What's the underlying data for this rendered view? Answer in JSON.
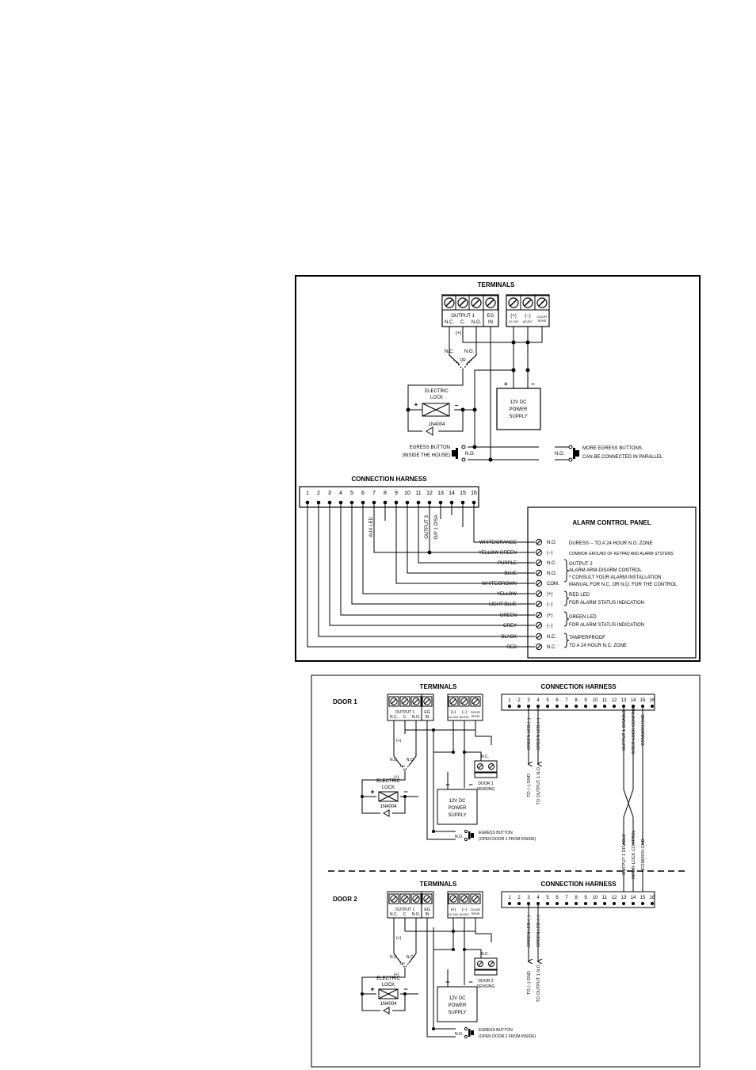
{
  "top": {
    "terminals_title": "TERMINALS",
    "output_label": "OUTPUT   1",
    "nc": "N.C.",
    "c": "C.",
    "no": "N.O.",
    "eg": "EG",
    "in": "IN",
    "plus": "(+)",
    "minus": "(−)",
    "v12": "12-24V",
    "acdc": "AC/DC",
    "door": "DOOR",
    "sens": "SENS",
    "plus_small": "(+)",
    "nc_small": "N.C.",
    "no_small": "N.O.",
    "or": "OR",
    "electric": "ELECTRIC",
    "lock": "LOCK",
    "diode": "1N4004",
    "psu_plus": "+",
    "psu_minus": "−",
    "psu1": "12V DC",
    "psu2": "POWER",
    "psu3": "SUPPLY",
    "lock_plus": "+",
    "lock_minus": "−",
    "egress1": "EGRESS BUTTON",
    "egress2": "(INSIDE THE HOUSE)",
    "no_btn": "N.O.",
    "no_btn2": "N.O.",
    "more1": "MORE EGRESS BUTTONS",
    "more2": "CAN BE CONNECTED IN PARALLEL",
    "harness_title": "CONNECTION HARNESS",
    "pins": [
      "1",
      "2",
      "3",
      "4",
      "5",
      "6",
      "7",
      "8",
      "9",
      "10",
      "11",
      "12",
      "13",
      "14",
      "15",
      "16"
    ],
    "aux_led": "AUX LED",
    "output3": "OUTPUT  3",
    "op1disa": "O/P 1  DISA",
    "acp_title": "ALARM CONTROL PANEL",
    "wires": [
      "WHITE/ORANGE",
      "YELLOW GREEN",
      "PURPLE",
      "BLUE",
      "WHITE/BROWN",
      "YELLOW",
      "LIGHT BLUE",
      "GREEN",
      "GREY",
      "BLACK",
      "RED"
    ],
    "acp_terms": [
      "N.O.",
      "(−)",
      "N.C.",
      "N.O.",
      "COM.",
      "(+)",
      "(−)",
      "(+)",
      "(−)",
      "N.C.",
      "N.C."
    ],
    "acp_desc": {
      "duress": "DURESS -- TO A 24 HOUR N.O. ZONE",
      "common": "COMMON GROUND OF KEYPAD AND ALARM SYSTEMS",
      "out2a": "OUTPUT 2",
      "out2b": "ALARM ARM-DISARM CONTROL",
      "out2c": "* CONSULT YOUR ALARM INSTALLATION",
      "out2d": "MANUAL FOR N.C. OR N.O. FOR THE CONTROL",
      "red1": "RED LED",
      "red2": "FOR ALARM STATUS INDICATION",
      "green1": "GREEN LED",
      "green2": "FOR ALARM STATUS INDICATION",
      "tamp1": "TAMPERPROOF",
      "tamp2": "TO A 24 HOUR N.C. ZONE"
    }
  },
  "bottom": {
    "door1": "DOOR 1",
    "door2": "DOOR 2",
    "terminals_title": "TERMINALS",
    "harness_title": "CONNECTION HARNESS",
    "output_label": "OUTPUT   1",
    "nc": "N.C.",
    "c": "C.",
    "no": "N.O.",
    "eg": "EG",
    "in": "IN",
    "plus": "(+)",
    "minus": "(−)",
    "v12": "12-24V",
    "acdc": "AC/DC",
    "door": "DOOR",
    "sens": "SENS",
    "plus_small": "(+)",
    "nc_small": "N.C.",
    "no_small": "N.O.",
    "or": "OR",
    "electric": "ELECTRIC",
    "lock": "LOCK",
    "diode": "1N4004",
    "psu1": "12V DC",
    "psu2": "POWER",
    "psu3": "SUPPLY",
    "psu_plus": "+",
    "psu_minus": "−",
    "sens_nc": "N.C.",
    "door1_sens1": "DOOR 1",
    "door1_sens2": "SENSING",
    "door2_sens1": "DOOR 2",
    "door2_sens2": "SENSING",
    "green_led_minus": "GREEN LED (−)",
    "green_led_plus": "GREEN LED (+)",
    "to_gnd": "TO (−) GND",
    "to_out1": "TO OUTPUT 1 N.O.",
    "out1_disable": "OUTPUT 1 DISABLE",
    "interlock": "INTER-LOCK CONTROL",
    "common_gnd": "COMMON GND",
    "egress1": "EGRESS BUTTON",
    "egress_d1": "(OPEN DOOR 1 FROM INSIDE)",
    "egress_d2": "(OPEN DOOR 2 FROM INSIDE)",
    "no_btn": "N.O.",
    "pins": [
      "1",
      "2",
      "3",
      "4",
      "5",
      "6",
      "7",
      "8",
      "9",
      "10",
      "11",
      "12",
      "13",
      "14",
      "15",
      "16"
    ]
  }
}
